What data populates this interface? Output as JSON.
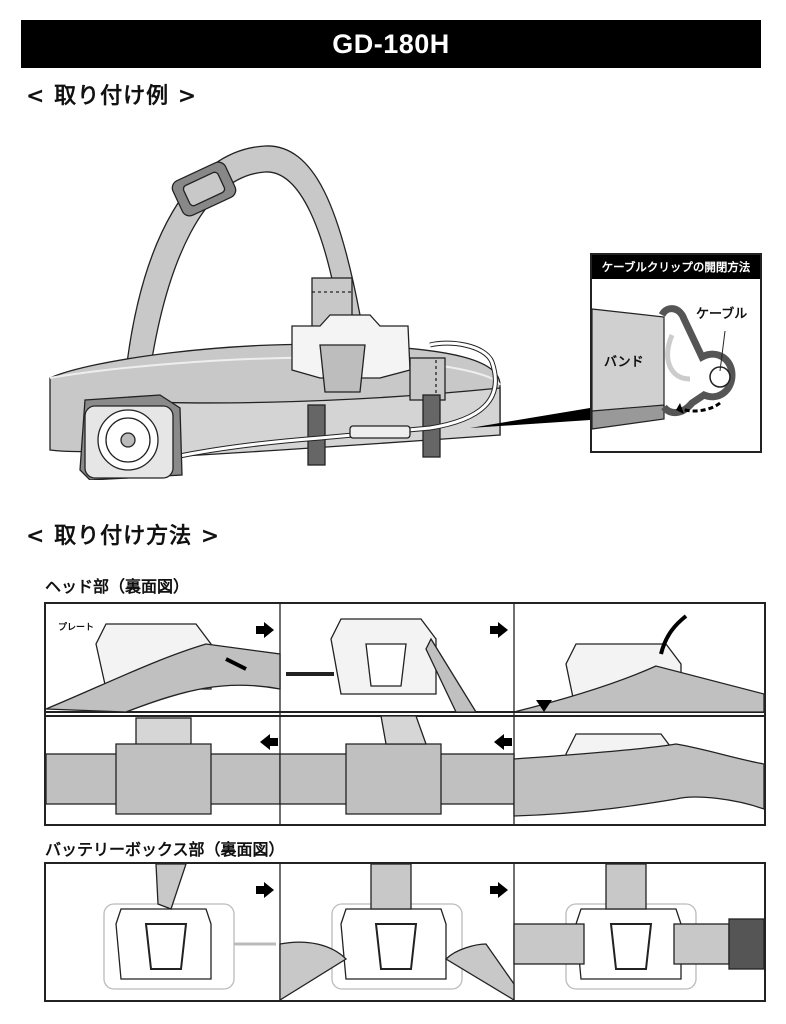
{
  "header": {
    "title": "GD-180H"
  },
  "example_section": {
    "heading": "< 取り付け例 >",
    "callout": {
      "title": "ケーブルクリップの開閉方法",
      "label_cable": "ケーブル",
      "label_band": "バンド"
    }
  },
  "method_section": {
    "heading": "< 取り付け方法 >",
    "head_part": {
      "heading": "ヘッド部（裏面図）",
      "plate_label": "プレート",
      "steps": 6
    },
    "battery_part": {
      "heading": "バッテリーボックス部（裏面図）",
      "steps": 3
    }
  },
  "colors": {
    "band_gray": "#c8c8c8",
    "dark_gray": "#666666",
    "outline": "#222222",
    "title_bg": "#000000"
  }
}
